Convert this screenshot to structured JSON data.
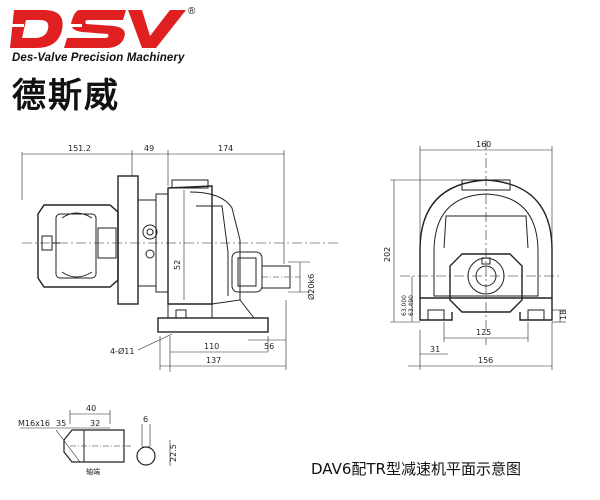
{
  "brand": {
    "name": "DSV",
    "registered_mark": "®",
    "tagline": "Des-Valve Precision Machinery",
    "chinese_name": "德斯威",
    "colors": {
      "red": "#e02020",
      "dark": "#1a1a1a"
    }
  },
  "caption": "DAV6配TR型减速机平面示意图",
  "dimensions": {
    "side_view": {
      "d_151_2": "151.2",
      "d_49": "49",
      "d_174": "174",
      "d_52": "52",
      "d_shaft": "Ø20k6",
      "d_110": "110",
      "d_56": "56",
      "d_137": "137",
      "holes": "4-Ø11"
    },
    "front_view": {
      "d_160": "160",
      "d_202": "202",
      "d_63": "63.000",
      "d_63b": "63.490",
      "d_125": "125",
      "d_18": "18",
      "d_31": "31",
      "d_156": "156"
    },
    "shaft_detail": {
      "d_40": "40",
      "d_35": "35",
      "d_32": "32",
      "d_6": "6",
      "d_22_5": "22.5",
      "thread": "M16x16",
      "note": "轴端"
    }
  }
}
